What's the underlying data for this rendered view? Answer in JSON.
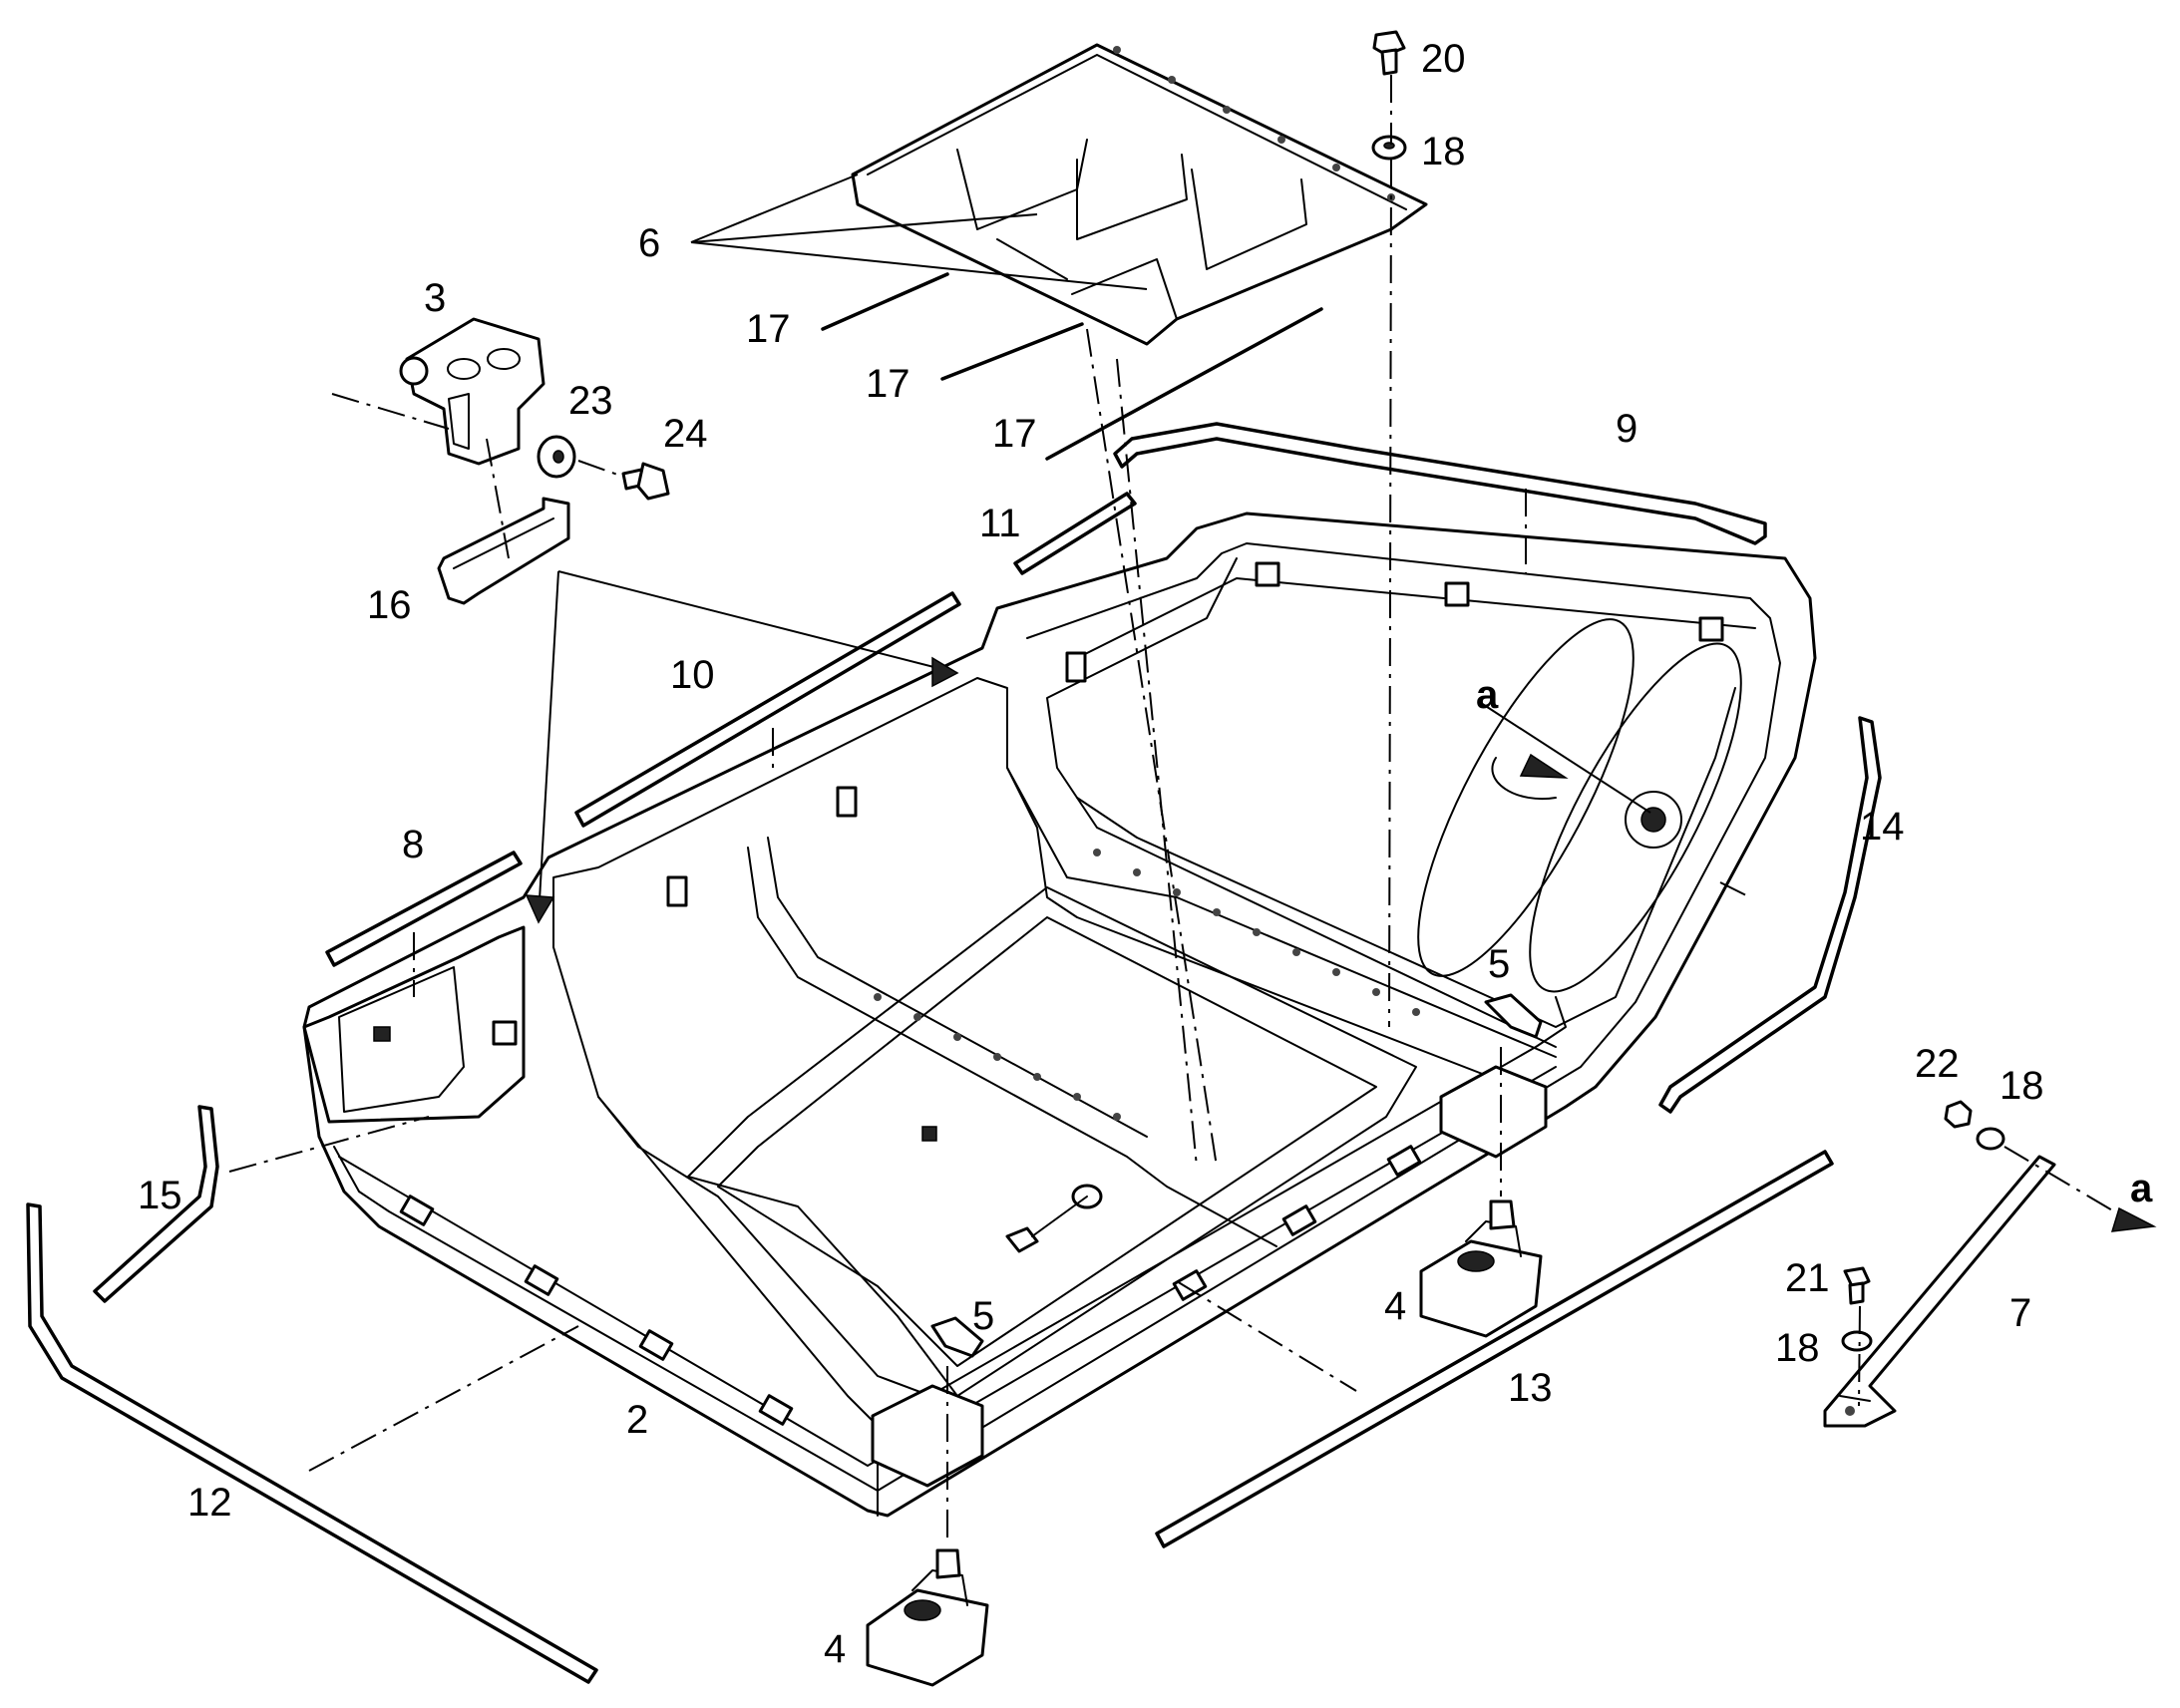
{
  "callouts": {
    "c2": "2",
    "c3": "3",
    "c4a": "4",
    "c4b": "4",
    "c5a": "5",
    "c5b": "5",
    "c6": "6",
    "c7": "7",
    "c8": "8",
    "c9": "9",
    "c10": "10",
    "c11": "11",
    "c12": "12",
    "c13": "13",
    "c14": "14",
    "c15": "15",
    "c16": "16",
    "c17a": "17",
    "c17b": "17",
    "c17c": "17",
    "c18a": "18",
    "c18b": "18",
    "c18c": "18",
    "c20": "20",
    "c21": "21",
    "c22": "22",
    "c23": "23",
    "c24": "24",
    "view_a1": "a",
    "view_a2": "a"
  }
}
